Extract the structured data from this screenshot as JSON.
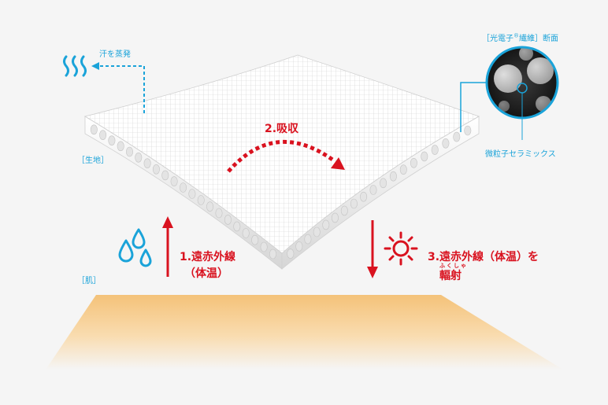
{
  "colors": {
    "accent_blue": "#1aa3d9",
    "accent_red": "#d9121f",
    "background": "#f5f5f5",
    "skin": "#f4c279"
  },
  "icons": [
    "steam-icon",
    "water-drops-icon",
    "sun-icon",
    "microscope-circle-icon"
  ],
  "labels": {
    "sweat": "汗を蒸発",
    "fabric": "［生地］",
    "skin": "［肌］",
    "fiber_section": "［光電子",
    "fiber_section_sup": "®",
    "fiber_section_rest": "繊維］断面",
    "ceramics": "微粒子セラミックス",
    "step2": "2.吸収",
    "step1_line1": "1.遠赤外線",
    "step1_line2": "（体温）",
    "step3_line1": "3.遠赤外線（体温）を",
    "step3_ruby": "ふくしゃ",
    "step3_line2": "輻射"
  }
}
